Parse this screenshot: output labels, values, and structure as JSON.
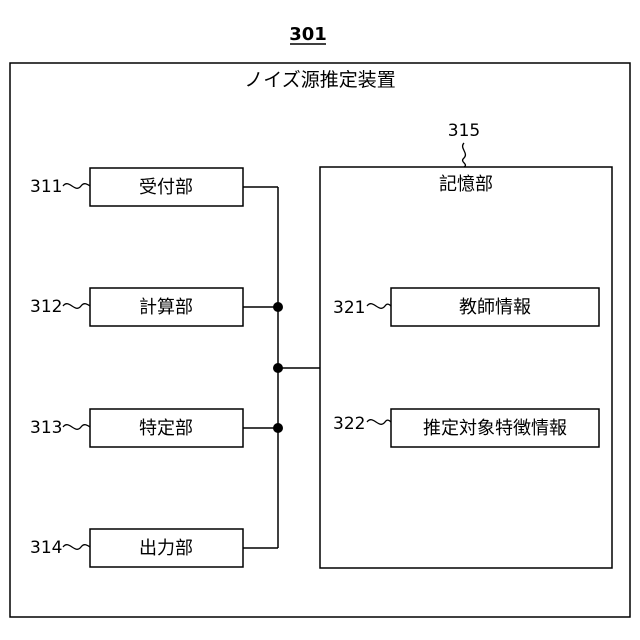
{
  "figure_number": "301",
  "device_title": "ノイズ源推定装置",
  "storage": {
    "ref": "315",
    "label": "記憶部"
  },
  "units": [
    {
      "ref": "311",
      "label": "受付部"
    },
    {
      "ref": "312",
      "label": "計算部"
    },
    {
      "ref": "313",
      "label": "特定部"
    },
    {
      "ref": "314",
      "label": "出力部"
    }
  ],
  "info_items": [
    {
      "ref": "321",
      "label": "教師情報"
    },
    {
      "ref": "322",
      "label": "推定対象特徴情報"
    }
  ]
}
